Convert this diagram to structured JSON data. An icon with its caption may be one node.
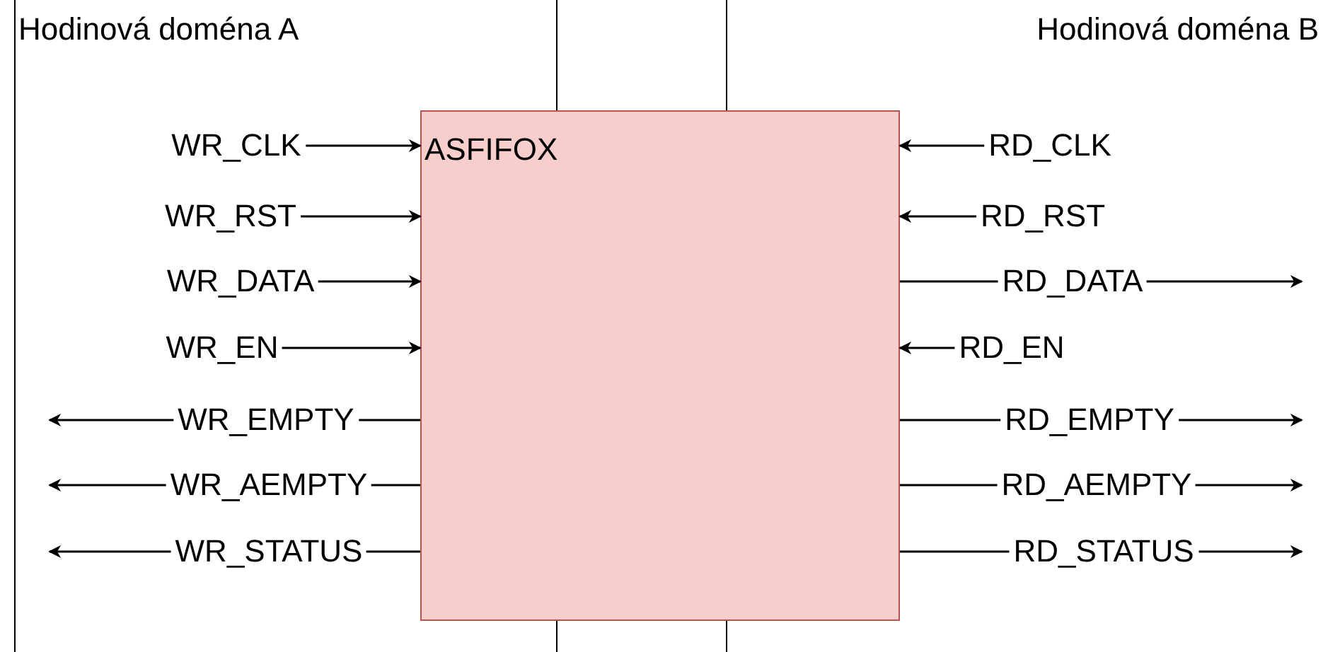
{
  "diagram": {
    "nodes": [
      {
        "text": [
          "Hodinová doména A"
        ]
      },
      {
        "text": [
          "Hodinová doména B"
        ]
      },
      {
        "text": [
          "ASFIFOX"
        ]
      }
    ],
    "edges": [
      {
        "from": 0,
        "to": 2,
        "arrow": "to",
        "label": "WR_CLK"
      },
      {
        "from": 0,
        "to": 2,
        "arrow": "to",
        "label": "WR_RST"
      },
      {
        "from": 0,
        "to": 2,
        "arrow": "to",
        "label": "WR_DATA"
      },
      {
        "from": 0,
        "to": 2,
        "arrow": "to",
        "label": "WR_EN"
      },
      {
        "from": 2,
        "to": 0,
        "arrow": "to",
        "label": "WR_EMPTY"
      },
      {
        "from": 2,
        "to": 0,
        "arrow": "to",
        "label": "WR_AEMPTY"
      },
      {
        "from": 2,
        "to": 0,
        "arrow": "to",
        "label": "WR_STATUS"
      },
      {
        "from": 1,
        "to": 2,
        "arrow": "to",
        "label": "RD_CLK"
      },
      {
        "from": 1,
        "to": 2,
        "arrow": "to",
        "label": "RD_RST"
      },
      {
        "from": 2,
        "to": 1,
        "arrow": "to",
        "label": "RD_DATA"
      },
      {
        "from": 1,
        "to": 2,
        "arrow": "to",
        "label": "RD_EN"
      },
      {
        "from": 2,
        "to": 1,
        "arrow": "to",
        "label": "RD_EMPTY"
      },
      {
        "from": 2,
        "to": 1,
        "arrow": "to",
        "label": "RD_AEMPTY"
      },
      {
        "from": 2,
        "to": 1,
        "arrow": "to",
        "label": "RD_STATUS"
      }
    ]
  }
}
